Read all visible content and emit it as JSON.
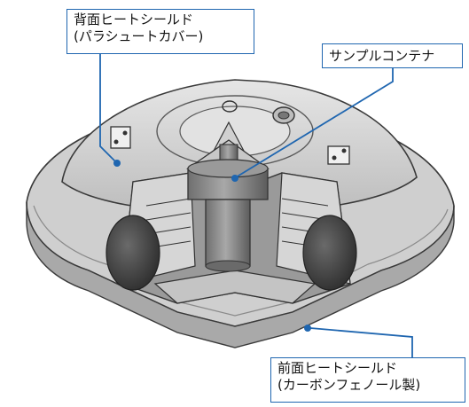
{
  "labels": {
    "back_shield": {
      "line1": "背面ヒートシールド",
      "line2": "(パラシュートカバー)"
    },
    "sample_container": {
      "line1": "サンプルコンテナ"
    },
    "front_shield": {
      "line1": "前面ヒートシールド",
      "line2": "(カーボンフェノール製)"
    }
  },
  "colors": {
    "callout_line": "#1f66b0",
    "marker_dot": "#1f66b0",
    "body_light": "#d9d9d9",
    "body_mid": "#b5b5b5",
    "body_dark": "#7f7f7f",
    "outline": "#3a3a3a",
    "interior_dark": "#4a4a4a"
  }
}
